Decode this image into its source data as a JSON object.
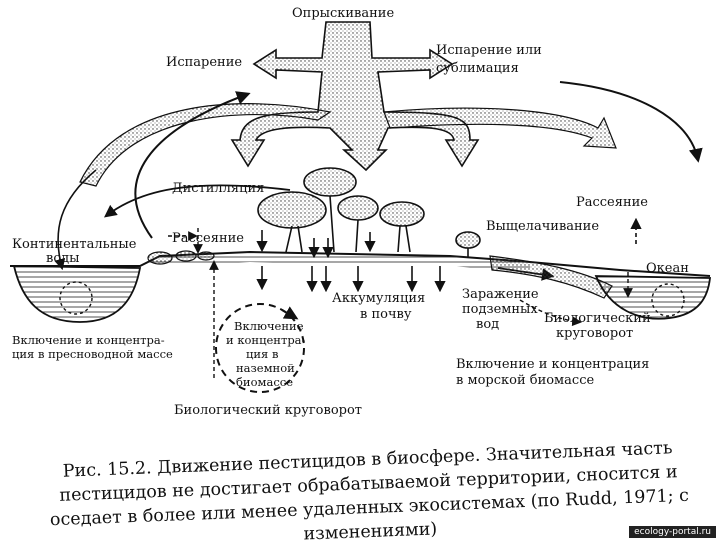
{
  "labels": {
    "spraying": "Опрыскивание",
    "evaporation": "Испарение",
    "evap_sublimation_1": "Испарение или",
    "evap_sublimation_2": "сублимация",
    "distillation": "Дистилляция",
    "dispersion_left": "Рассеяние",
    "dispersion_right": "Рассеяние",
    "continental_1": "Континентальные",
    "continental_2": "воды",
    "leaching": "Выщелачивание",
    "ocean": "Океан",
    "accum_1": "Аккумуляция",
    "accum_2": "в почву",
    "ground_1": "Заражение",
    "ground_2": "подземных",
    "ground_3": "вод",
    "bio_cycle_right_1": "Биологический",
    "bio_cycle_right_2": "круговорот",
    "fresh_1": "Включение и концентра-",
    "fresh_2": "ция в пресноводной массе",
    "land_1": "Включение",
    "land_2": "и концентра-",
    "land_3": "ция в",
    "land_4": "наземной",
    "land_5": "биомассе",
    "marine_1": "Включение и концентрация",
    "marine_2": "в морской биомассе",
    "bio_cycle_bottom": "Биологический круговорот"
  },
  "caption": {
    "line1": "Рис. 15.2. Движение пестицидов в биосфере. Значительная часть",
    "line2": "пестицидов не достигает обрабатываемой территории, сносится и",
    "line3": "оседает в более или менее удаленных экосистемах (по Rudd, 1971; с",
    "line4": "изменениями)"
  },
  "watermark": "ecology-portal.ru"
}
